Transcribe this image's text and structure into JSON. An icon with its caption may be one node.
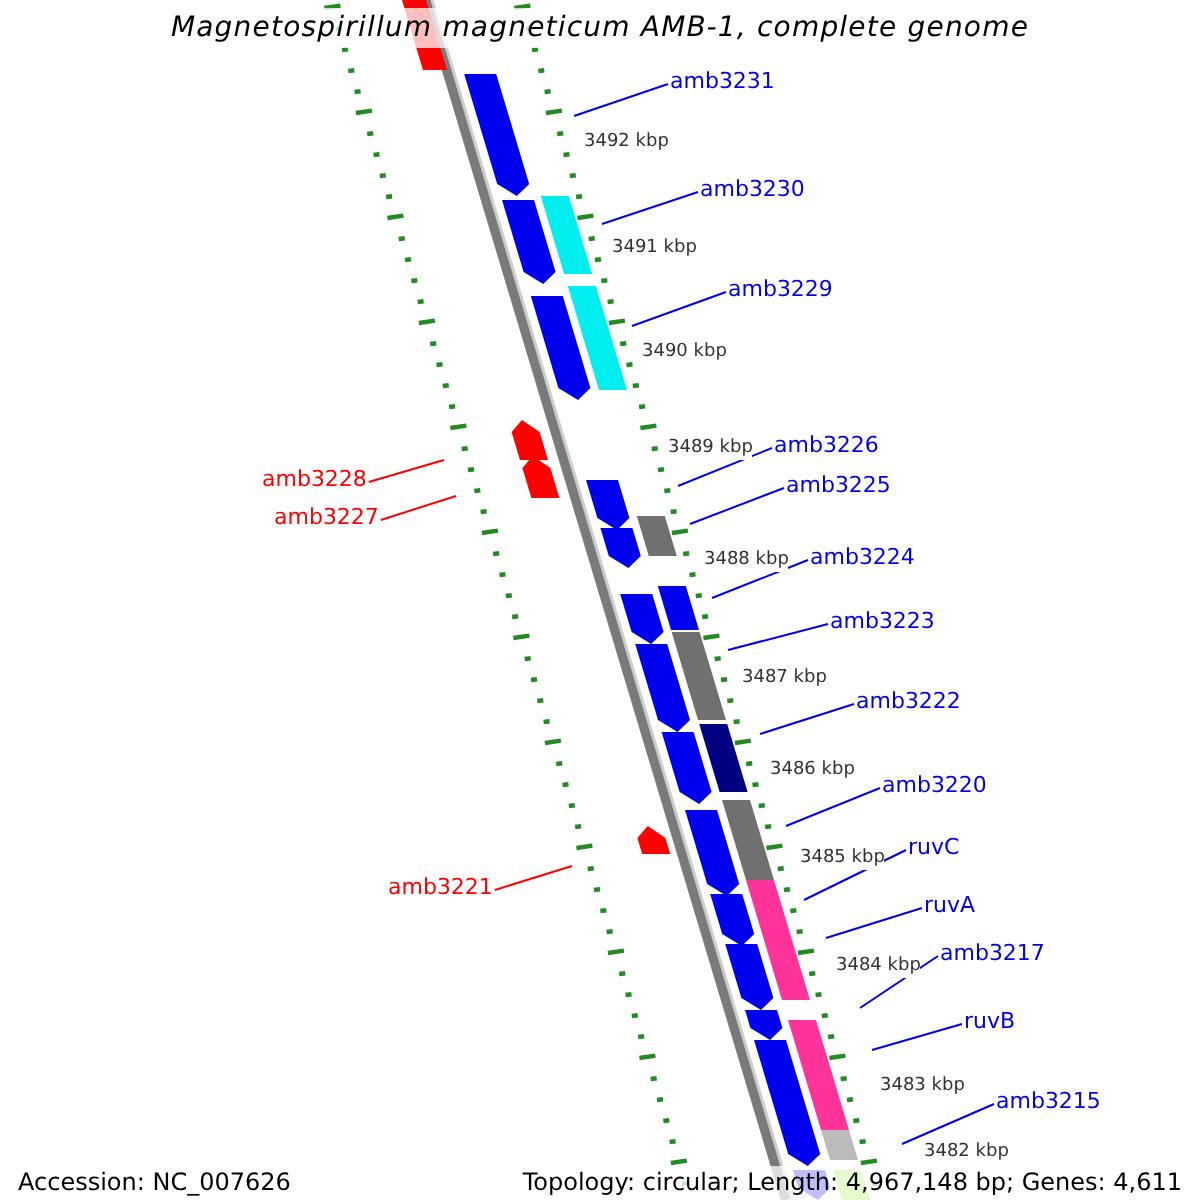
{
  "diagram": {
    "title": "Magnetospirillum magneticum AMB-1, complete genome",
    "nodes": [
      {
        "text": [
          "amb3231"
        ]
      },
      {
        "text": [
          "amb3230"
        ]
      },
      {
        "text": [
          "amb3229"
        ]
      },
      {
        "text": [
          "amb3226"
        ]
      },
      {
        "text": [
          "amb3228"
        ]
      },
      {
        "text": [
          "amb3225"
        ]
      },
      {
        "text": [
          "amb3227"
        ]
      },
      {
        "text": [
          "amb3224"
        ]
      },
      {
        "text": [
          "amb3223"
        ]
      },
      {
        "text": [
          "amb3222"
        ]
      },
      {
        "text": [
          "amb3220"
        ]
      },
      {
        "text": [
          "ruvC"
        ]
      },
      {
        "text": [
          "amb3221"
        ]
      },
      {
        "text": [
          "ruvA"
        ]
      },
      {
        "text": [
          "amb3217"
        ]
      },
      {
        "text": [
          "ruvB"
        ]
      },
      {
        "text": [
          "amb3215"
        ]
      }
    ],
    "edges": [
      {
        "from": 0,
        "to": null,
        "arrow": "none"
      },
      {
        "from": 1,
        "to": null,
        "arrow": "none"
      },
      {
        "from": 2,
        "to": null,
        "arrow": "none"
      },
      {
        "from": 3,
        "to": null,
        "arrow": "none"
      },
      {
        "from": 4,
        "to": null,
        "arrow": "none",
        "color": "#ff0000"
      },
      {
        "from": 5,
        "to": null,
        "arrow": "none"
      },
      {
        "from": 6,
        "to": null,
        "arrow": "none",
        "color": "#ff0000"
      },
      {
        "from": 7,
        "to": null,
        "arrow": "none"
      },
      {
        "from": 8,
        "to": null,
        "arrow": "none"
      },
      {
        "from": 9,
        "to": null,
        "arrow": "none"
      },
      {
        "from": 10,
        "to": null,
        "arrow": "none"
      },
      {
        "from": 11,
        "to": null,
        "arrow": "none"
      },
      {
        "from": 12,
        "to": null,
        "arrow": "none",
        "color": "#ff0000"
      },
      {
        "from": 13,
        "to": null,
        "arrow": "none"
      },
      {
        "from": 14,
        "to": null,
        "arrow": "none"
      },
      {
        "from": 15,
        "to": null,
        "arrow": "none"
      },
      {
        "from": 16,
        "to": null,
        "arrow": "none"
      }
    ],
    "labels": [
      "3492 kbp",
      "3491 kbp",
      "3490 kbp",
      "3489 kbp",
      "3488 kbp",
      "3487 kbp",
      "3486 kbp",
      "3485 kbp",
      "3484 kbp",
      "3483 kbp",
      "3482 kbp",
      "Accession: NC_007626",
      "Topology: circular; Length: 4,967,148 bp; Genes: 4,611"
    ]
  }
}
